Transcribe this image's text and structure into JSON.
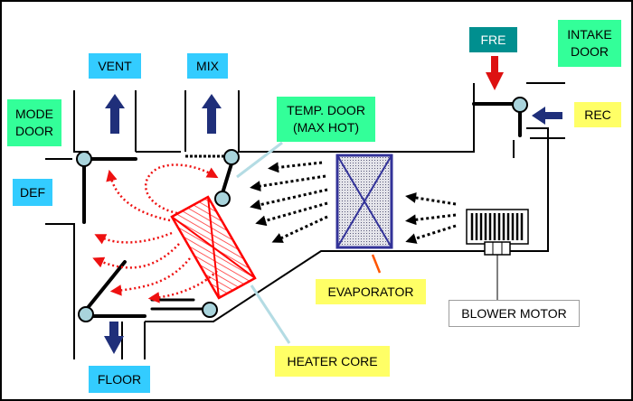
{
  "labels": {
    "vent": "VENT",
    "mix": "MIX",
    "mode_door": "MODE\nDOOR",
    "def": "DEF",
    "temp_door": "TEMP. DOOR\n(MAX HOT)",
    "fre": "FRE",
    "intake_door": "INTAKE\nDOOR",
    "rec": "REC",
    "evaporator": "EVAPORATOR",
    "blower_motor": "BLOWER MOTOR",
    "heater_core": "HEATER CORE",
    "floor": "FLOOR"
  },
  "colors": {
    "label_cyan": "#33ccff",
    "label_green": "#33ff99",
    "label_yellow": "#ffff66",
    "label_teal": "#008f8f",
    "heater_core_red": "#ff0000",
    "evaporator_blue": "#333399",
    "pivot_fill": "#a9d4dc",
    "callout_line": "#b4dce4",
    "arrow_navy": "#1f2f7a"
  },
  "icons": [
    "pivot-icon",
    "up-arrow-icon",
    "down-arrow-icon",
    "left-arrow-icon",
    "fresh-air-arrow-icon"
  ]
}
